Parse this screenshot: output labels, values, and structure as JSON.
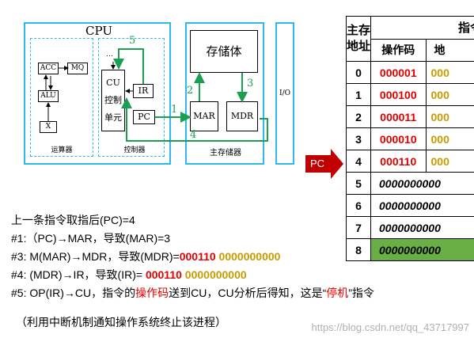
{
  "diagram": {
    "cpu_title": "CPU",
    "acc": "ACC",
    "mq": "MQ",
    "alu": "ALU",
    "x": "X",
    "alu_unit": "运算器",
    "controller": "控制器",
    "cu_text": "CU\n控制\n单元",
    "cu_dots": "…",
    "ir": "IR",
    "pc": "PC",
    "storage_body": "存储体",
    "mar": "MAR",
    "mdr": "MDR",
    "main_memory": "主存储器",
    "io": "I/O",
    "arrow_labels": [
      "1",
      "2",
      "3",
      "4",
      "5"
    ]
  },
  "table": {
    "header_addr": "主存\n地址",
    "header_instr": "指令",
    "header_opcode": "操作码",
    "header_addr_code": "地",
    "rows": [
      {
        "addr": "0",
        "opcode": "000001",
        "rest": "000"
      },
      {
        "addr": "1",
        "opcode": "000100",
        "rest": "000"
      },
      {
        "addr": "2",
        "opcode": "000011",
        "rest": "000"
      },
      {
        "addr": "3",
        "opcode": "000010",
        "rest": "000"
      },
      {
        "addr": "4",
        "opcode": "000110",
        "rest": "000"
      },
      {
        "addr": "5",
        "data": "0000000000"
      },
      {
        "addr": "6",
        "data": "0000000000"
      },
      {
        "addr": "7",
        "data": "0000000000"
      },
      {
        "addr": "8",
        "data": "0000000000"
      }
    ],
    "pc_pointer": "PC"
  },
  "steps": {
    "line0": "上一条指令取指后(PC)=4",
    "line1": "#1:（PC)→MAR，导致(MAR)=3",
    "line3_a": "#3:  M(MAR)→MDR，导致(MDR)=",
    "line3_red": "000110",
    "line3_gold": " 0000000000",
    "line4_a": "#4:  (MDR)→IR，导致(IR)= ",
    "line4_red": "000110",
    "line4_gold": " 0000000000",
    "line5_a": "#5:  OP(IR)→CU，指令的",
    "line5_red1": "操作码",
    "line5_b": "送到CU，CU分析后得知，这是“",
    "line5_red2": "停机",
    "line5_c": "”指令",
    "line6": "（利用中断机制通知操作系统终止该进程）"
  },
  "watermark": "https://blog.csdn.net/qq_43717997"
}
